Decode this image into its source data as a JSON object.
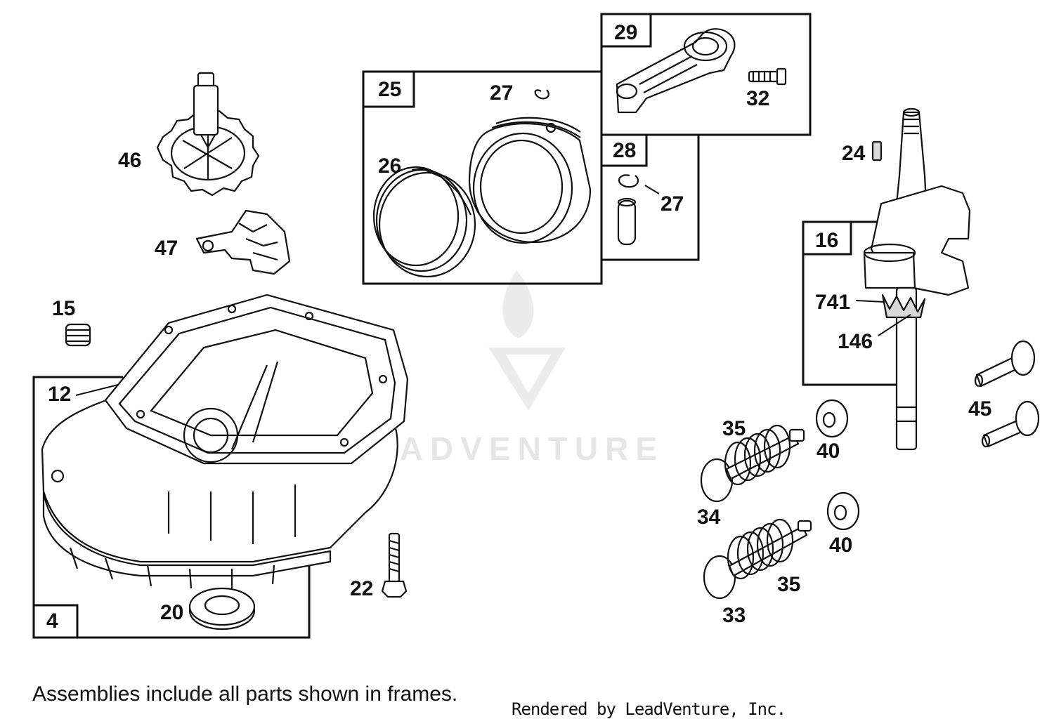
{
  "watermark": "LEADVENTURE",
  "footer": {
    "note": "Assemblies include all parts shown in frames.",
    "credit": "Rendered by LeadVenture, Inc."
  },
  "frames": {
    "f4": "4",
    "f16": "16",
    "f25": "25",
    "f28": "28",
    "f29": "29"
  },
  "callouts": {
    "c46": "46",
    "c47": "47",
    "c15": "15",
    "c12": "12",
    "c20": "20",
    "c22": "22",
    "c26": "26",
    "c27a": "27",
    "c27b": "27",
    "c32": "32",
    "c24": "24",
    "c741": "741",
    "c146": "146",
    "c45": "45",
    "c35a": "35",
    "c35b": "35",
    "c40a": "40",
    "c40b": "40",
    "c34": "34",
    "c33": "33"
  }
}
